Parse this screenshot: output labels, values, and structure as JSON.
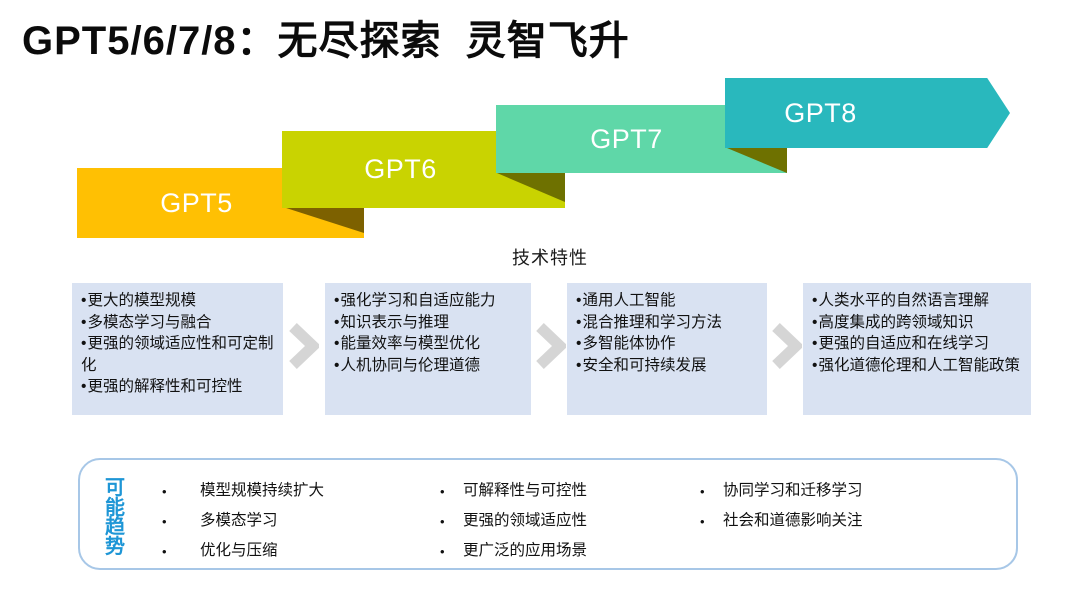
{
  "slide": {
    "title": "GPT5/6/7/8：无尽探索  灵智飞升",
    "section_label": "技术特性"
  },
  "colors": {
    "title_text": "#0b0b0b",
    "banner_gpt5": "#ffc003",
    "banner_gpt6": "#c9d301",
    "banner_gpt7": "#5fd7a8",
    "banner_gpt8": "#29b8bd",
    "fold_under_gpt6": "#7d6100",
    "fold_under_gpt7": "#6e7100",
    "fold_under_gpt8": "#6e7100",
    "banner_label_text": "#ffffff",
    "feature_box_bg": "#d9e2f2",
    "chevron_gray": "#d5d5d5",
    "trends_border": "#a7c7e7",
    "trends_label_blue": "#1e96d6",
    "body_text": "#111111"
  },
  "roadmap": {
    "banners": [
      {
        "label": "GPT5"
      },
      {
        "label": "GPT6"
      },
      {
        "label": "GPT7"
      },
      {
        "label": "GPT8"
      }
    ]
  },
  "features": {
    "bullet_char": "•",
    "boxes": [
      {
        "items": [
          "更大的模型规模",
          "多模态学习与融合",
          "更强的领域适应性和可定制化",
          "更强的解释性和可控性"
        ]
      },
      {
        "items": [
          "强化学习和自适应能力",
          "知识表示与推理",
          "能量效率与模型优化",
          "人机协同与伦理道德"
        ]
      },
      {
        "items": [
          "通用人工智能",
          "混合推理和学习方法",
          "多智能体协作",
          "安全和可持续发展"
        ]
      },
      {
        "items": [
          "人类水平的自然语言理解",
          "高度集成的跨领域知识",
          "更强的自适应和在线学习",
          "强化道德伦理和人工智能政策"
        ]
      }
    ]
  },
  "trends": {
    "label_vertical": "可能趋势",
    "bullet_char": "•",
    "columns": [
      {
        "items": [
          "模型规模持续扩大",
          "多模态学习",
          "优化与压缩"
        ]
      },
      {
        "items": [
          "可解释性与可控性",
          "更强的领域适应性",
          "更广泛的应用场景"
        ]
      },
      {
        "items": [
          "协同学习和迁移学习",
          "社会和道德影响关注"
        ]
      }
    ]
  }
}
